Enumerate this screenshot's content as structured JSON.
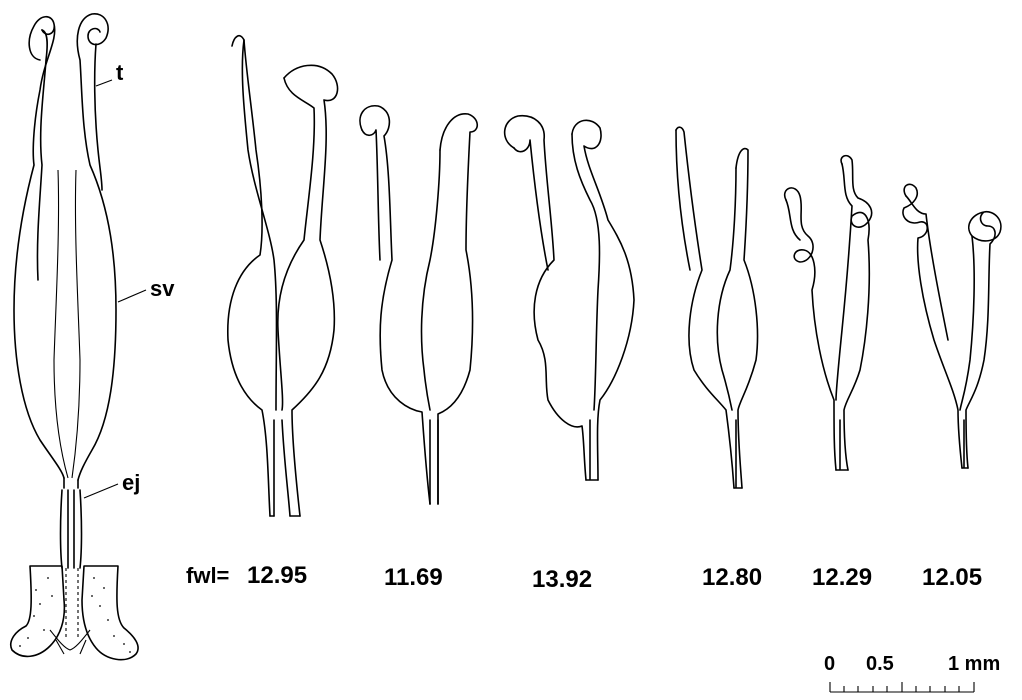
{
  "colors": {
    "ink": "#000000",
    "paper": "#ffffff"
  },
  "labels": {
    "t": "t",
    "sv": "sv",
    "ej": "ej"
  },
  "fwl_prefix": "fwl=",
  "specimens": [
    {
      "fwl": "12.95"
    },
    {
      "fwl": "11.69"
    },
    {
      "fwl": "13.92"
    },
    {
      "fwl": "12.80"
    },
    {
      "fwl": "12.29"
    },
    {
      "fwl": "12.05"
    }
  ],
  "scale_bar": {
    "ticks": [
      "0",
      "0.5",
      "1 mm"
    ]
  }
}
